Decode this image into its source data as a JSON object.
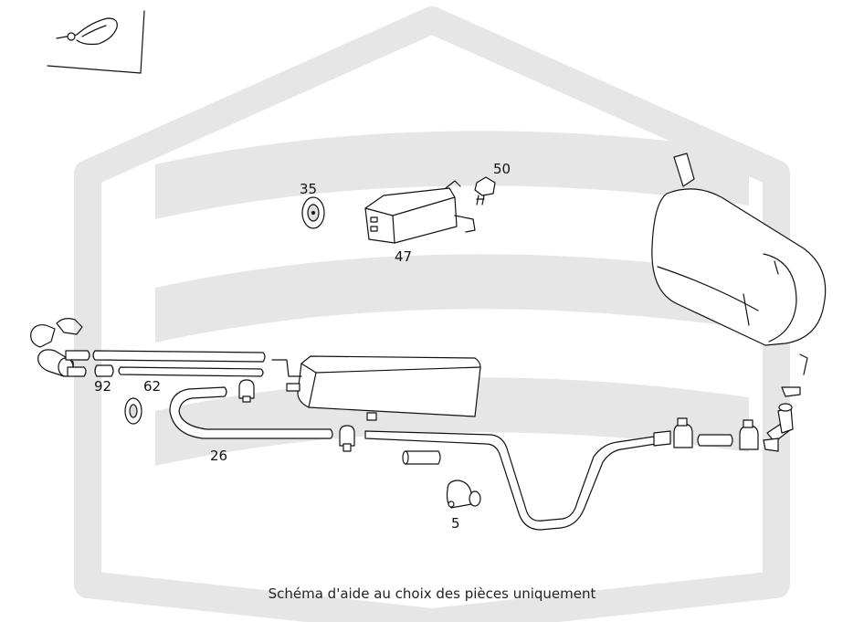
{
  "caption": "Schéma d'aide au choix des pièces uniquement",
  "callouts": {
    "c35": "35",
    "c50": "50",
    "c47": "47",
    "c92": "92",
    "c62": "62",
    "c26": "26",
    "c5": "5"
  },
  "colors": {
    "watermark": "#e6e6e6",
    "linework": "#111111",
    "background": "#ffffff"
  },
  "watermark_icon": "hexagon-logo-watermark-icon"
}
